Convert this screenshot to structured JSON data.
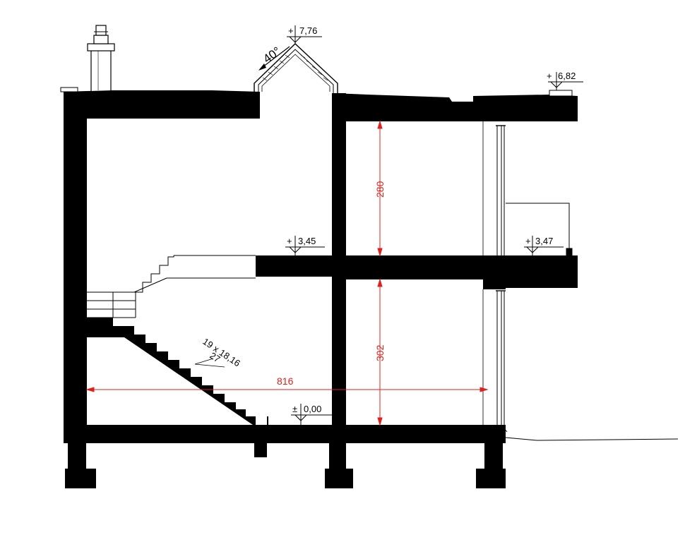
{
  "colors": {
    "wall": "#000000",
    "dimension": "#e0201b",
    "line": "#000000",
    "background": "#ffffff"
  },
  "elevations": {
    "ridge": {
      "sign": "+",
      "value": "7,76"
    },
    "roof_right": {
      "sign": "+",
      "value": "6,82"
    },
    "floor_upper_left": {
      "sign": "+",
      "value": "3,45"
    },
    "floor_upper_right": {
      "sign": "+",
      "value": "3,47"
    },
    "ground_floor": {
      "sign": "±",
      "value": "0,00"
    }
  },
  "roof_angle": "40°",
  "dimensions": {
    "upper_height": "280",
    "lower_height": "302",
    "width": "816"
  },
  "stair": {
    "steps": "19 x 18,16",
    "tread": "27"
  }
}
